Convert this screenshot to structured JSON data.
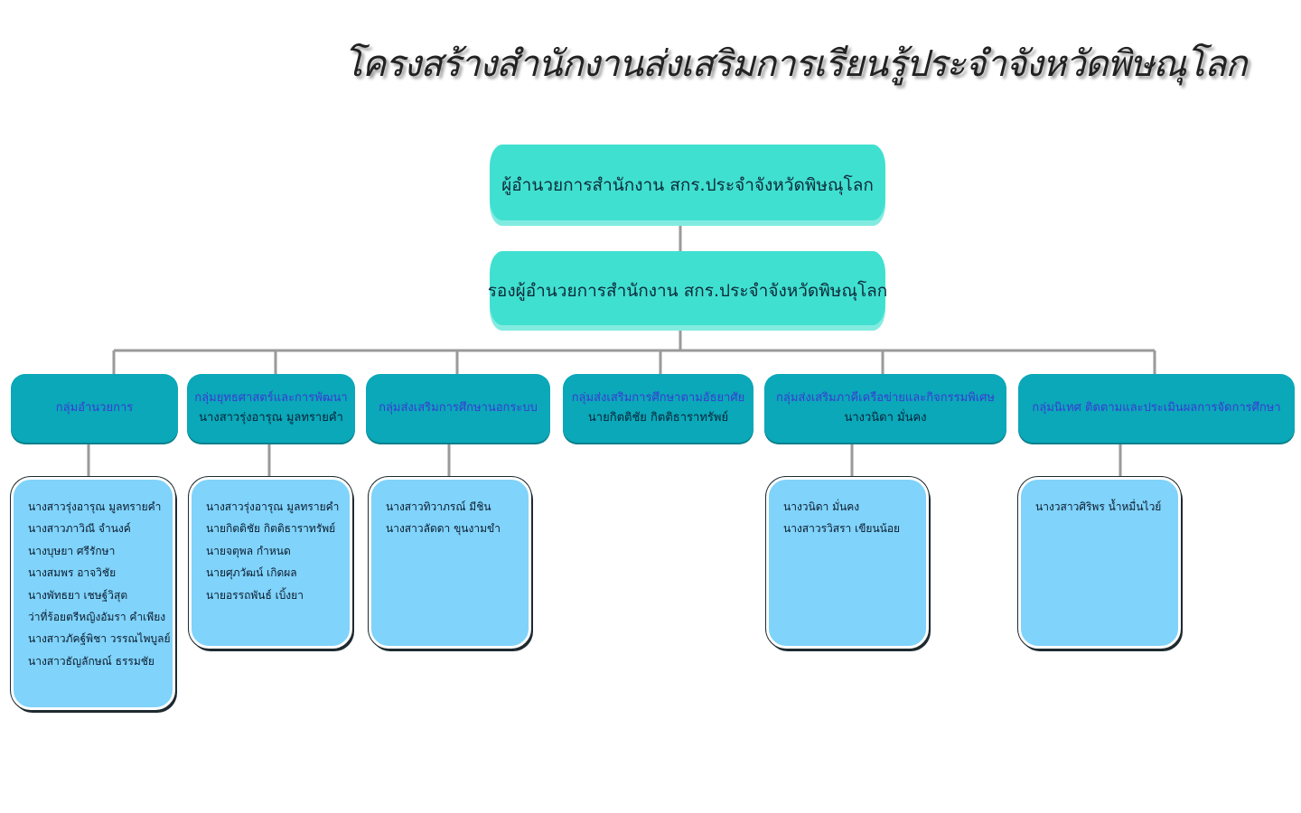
{
  "title": "โครงสร้างสำนักงานส่งเสริมการเรียนรู้ประจำจังหวัดพิษณุโลก",
  "director": "ผู้อำนวยการสำนักงาน สกร.ประจำจังหวัดพิษณุโลก",
  "deputy": "รองผู้อำนวยการสำนักงาน สกร.ประจำจังหวัดพิษณุโลก",
  "colors": {
    "top_box": "#40E0D0",
    "group_box": "#0aa8b8",
    "group_name_text": "#3a3ad6",
    "member_box": "#80d3fa",
    "connector": "#9a9a9a"
  },
  "groups": [
    {
      "name": "กลุ่มอำนวยการ",
      "head": "",
      "members": [
        "นางสาวรุ่งอารุณ มูลทรายคำ",
        "นางสาวภาวิณี จำนงค์",
        "นางบุษยา ศรีรักษา",
        "นางสมพร อาจวิชัย",
        "นางพัทธยา เชษฐ์วิสุต",
        "ว่าที่ร้อยตรีหญิงอัมรา คำเพียง",
        "นางสาวภัคฐ์พิชา วรรณไพบูลย์",
        "นางสาวธัญลักษณ์ ธรรมชัย"
      ]
    },
    {
      "name": "กลุ่มยุทธศาสตร์และการพัฒนา",
      "head": "นางสาวรุ่งอารุณ มูลทรายคำ",
      "members": [
        "นางสาวรุ่งอารุณ มูลทรายคำ",
        "นายกิตติชัย กิตติธาราทรัพย์",
        "นายจตุพล กำหนด",
        "นายศุภวัฒน์ เกิดผล",
        "นายอรรถพันธ์ เบิ้งยา"
      ]
    },
    {
      "name": "กลุ่มส่งเสริมการศึกษานอกระบบ",
      "head": "",
      "members": [
        "นางสาวทิวาภรณ์ มีชิน",
        "นางสาวลัดดา ขุนงามขำ"
      ]
    },
    {
      "name": "กลุ่มส่งเสริมการศึกษาตามอัธยาศัย",
      "head": "นายกิตติชัย กิตติธาราทรัพย์",
      "members": []
    },
    {
      "name": "กลุ่มส่งเสริมภาคีเครือข่ายและกิจกรรมพิเศษ",
      "head": "นางวนิดา มั่นคง",
      "members": [
        "นางวนิดา มั่นคง",
        "นางสาวรวิสรา เขียนน้อย"
      ]
    },
    {
      "name": "กลุ่มนิเทศ ติดตามและประเมินผลการจัดการศึกษา",
      "head": "",
      "members": [
        "นางวสาวศิริพร น้ำหมื่นไวย์"
      ]
    }
  ]
}
